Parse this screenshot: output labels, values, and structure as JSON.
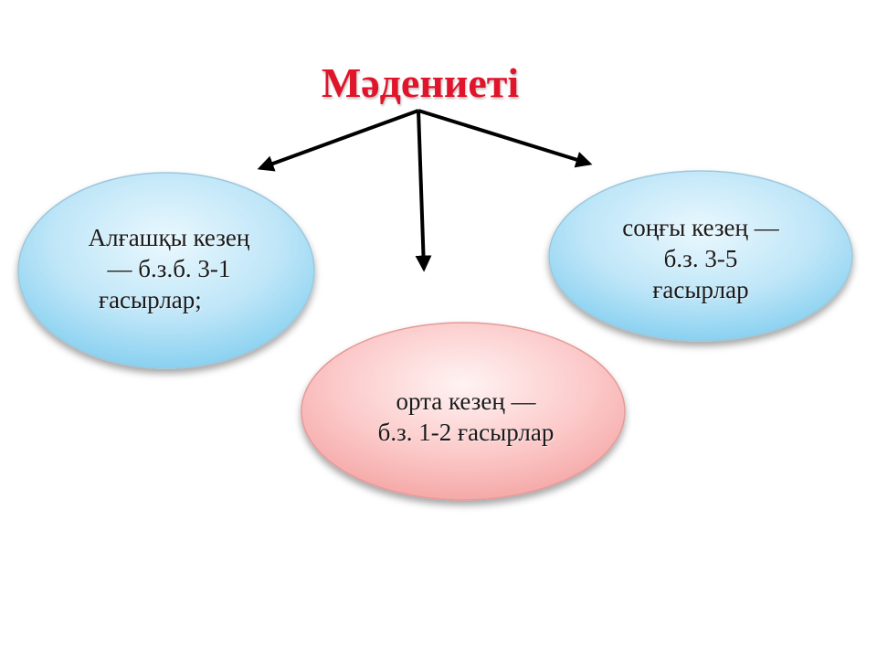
{
  "diagram": {
    "title": "Мәдениеті",
    "colors": {
      "title": "#e0142a",
      "blue_fill_light": "#e9f7fd",
      "blue_fill_dark": "#7fcdef",
      "pink_fill_light": "#fff1f1",
      "pink_fill_dark": "#f6aaa8",
      "arrow": "#000000"
    },
    "nodes": [
      {
        "id": "early",
        "lines": [
          "Алғашқы кезең",
          "— б.з.б. 3-1",
          "ғасырлар;"
        ]
      },
      {
        "id": "late",
        "lines": [
          "соңғы кезең —",
          "б.з. 3-5",
          "ғасырлар"
        ]
      },
      {
        "id": "mid",
        "lines": [
          "орта кезең —",
          "б.з. 1-2 ғасырлар"
        ]
      }
    ]
  }
}
